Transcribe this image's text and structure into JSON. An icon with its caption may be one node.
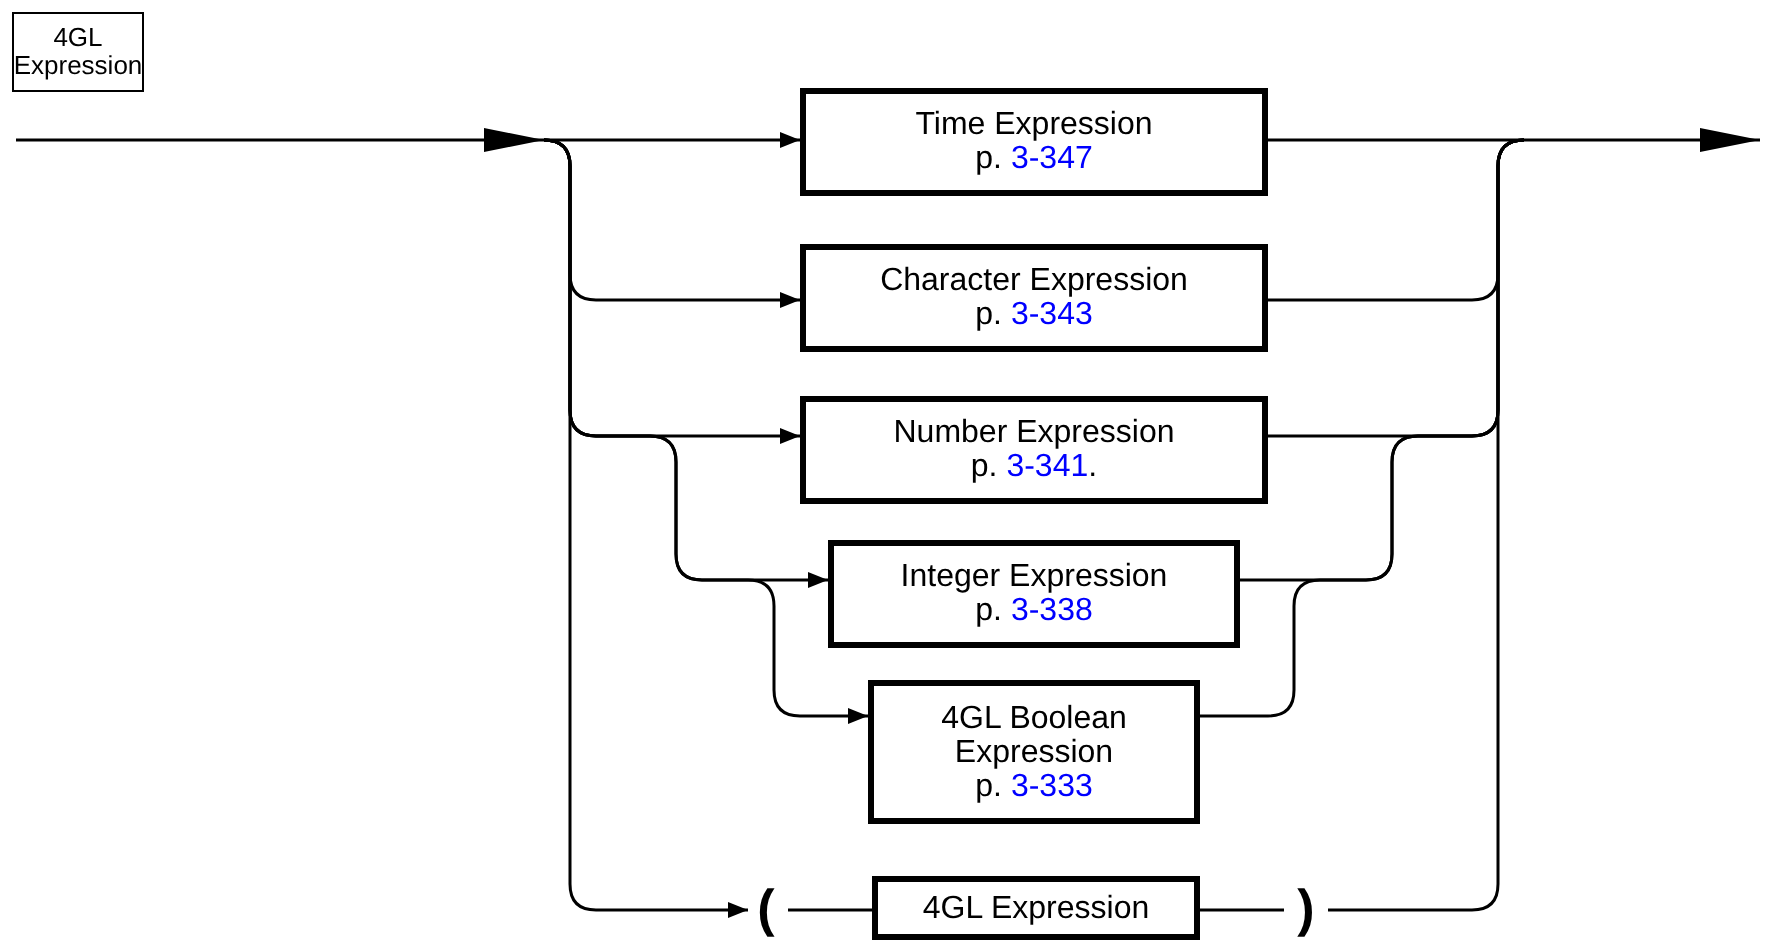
{
  "diagram": {
    "nodes": [
      {
        "text": [
          "4GL Expression"
        ]
      },
      {
        "text": [
          "Time Expression",
          "p. 3-347"
        ]
      },
      {
        "text": [
          "Character Expression",
          "p. 3-343"
        ]
      },
      {
        "text": [
          "Number Expression",
          "p. 3-341."
        ]
      },
      {
        "text": [
          "Integer Expression",
          "p. 3-338"
        ]
      },
      {
        "text": [
          "4GL Boolean Expression",
          "p. 3-333"
        ]
      },
      {
        "text": [
          "("
        ]
      },
      {
        "text": [
          "4GL Expression"
        ]
      },
      {
        "text": [
          ")"
        ]
      }
    ],
    "edges": [
      {
        "from": null,
        "to": 1,
        "arrow": "to"
      },
      {
        "from": null,
        "to": 2,
        "arrow": "to"
      },
      {
        "from": null,
        "to": 3,
        "arrow": "to"
      },
      {
        "from": null,
        "to": 4,
        "arrow": "to"
      },
      {
        "from": null,
        "to": 5,
        "arrow": "to"
      },
      {
        "from": null,
        "to": 6,
        "arrow": "to"
      },
      {
        "from": 6,
        "to": 7,
        "arrow": "none"
      },
      {
        "from": 7,
        "to": 8,
        "arrow": "none"
      },
      {
        "from": 1,
        "to": null,
        "arrow": "to"
      },
      {
        "from": 2,
        "to": null,
        "arrow": "to"
      },
      {
        "from": 3,
        "to": null,
        "arrow": "to"
      },
      {
        "from": 4,
        "to": null,
        "arrow": "to"
      },
      {
        "from": 5,
        "to": null,
        "arrow": "to"
      },
      {
        "from": 8,
        "to": null,
        "arrow": "to"
      }
    ]
  }
}
